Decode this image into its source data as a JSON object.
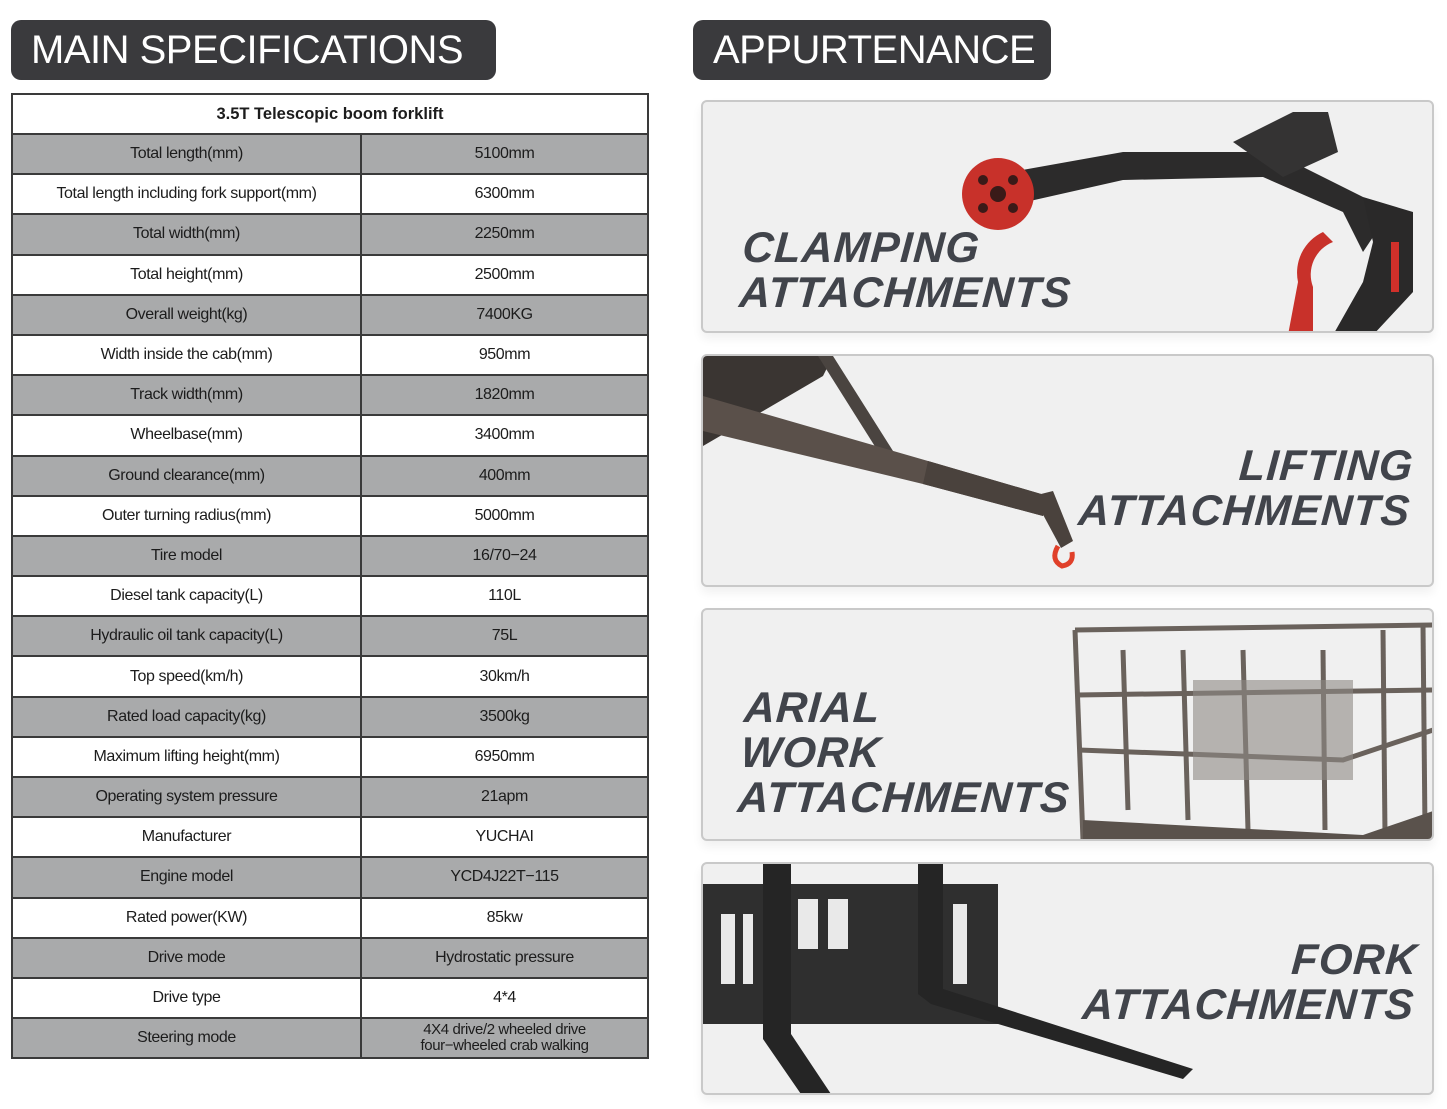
{
  "main_header": {
    "title": "MAIN SPECIFICATIONS"
  },
  "appurtenance_header": {
    "title": "APPURTENANCE"
  },
  "spec_table": {
    "title": "3.5T Telescopic boom forklift",
    "rows": [
      {
        "label": "Total length(mm)",
        "value": "5100mm"
      },
      {
        "label": "Total length including fork support(mm)",
        "value": "6300mm"
      },
      {
        "label": "Total width(mm)",
        "value": "2250mm"
      },
      {
        "label": "Total height(mm)",
        "value": "2500mm"
      },
      {
        "label": "Overall weight(kg)",
        "value": "7400KG"
      },
      {
        "label": "Width inside the cab(mm)",
        "value": "950mm"
      },
      {
        "label": "Track width(mm)",
        "value": "1820mm"
      },
      {
        "label": "Wheelbase(mm)",
        "value": "3400mm"
      },
      {
        "label": "Ground clearance(mm)",
        "value": "400mm"
      },
      {
        "label": "Outer turning radius(mm)",
        "value": "5000mm"
      },
      {
        "label": "Tire model",
        "value": "16/70−24"
      },
      {
        "label": "Diesel tank capacity(L)",
        "value": "110L"
      },
      {
        "label": "Hydraulic oil tank capacity(L)",
        "value": "75L"
      },
      {
        "label": "Top speed(km/h)",
        "value": "30km/h"
      },
      {
        "label": "Rated load capacity(kg)",
        "value": "3500kg"
      },
      {
        "label": "Maximum lifting height(mm)",
        "value": "6950mm"
      },
      {
        "label": "Operating system pressure",
        "value": "21apm"
      },
      {
        "label": "Manufacturer",
        "value": "YUCHAI"
      },
      {
        "label": "Engine model",
        "value": "YCD4J22T−115"
      },
      {
        "label": "Rated power(KW)",
        "value": "85kw"
      },
      {
        "label": "Drive mode",
        "value": "Hydrostatic pressure"
      },
      {
        "label": "Drive type",
        "value": "4*4"
      },
      {
        "label": "Steering mode",
        "value_line1": "4X4 drive/2 wheeled drive",
        "value_line2": "four−wheeled crab walking"
      }
    ]
  },
  "attachments": [
    {
      "id": "clamping",
      "lines": [
        "CLAMPING",
        "ATTACHMENTS"
      ],
      "image": "clamping-arm-illustration"
    },
    {
      "id": "lifting",
      "lines": [
        "LIFTING",
        "ATTACHMENTS"
      ],
      "image": "crane-jib-hook-illustration"
    },
    {
      "id": "arial",
      "lines": [
        "ARIAL",
        "WORK",
        "ATTACHMENTS"
      ],
      "image": "work-platform-cage-illustration"
    },
    {
      "id": "fork",
      "lines": [
        "FORK",
        "ATTACHMENTS"
      ],
      "image": "pallet-fork-illustration"
    }
  ],
  "colors": {
    "badge_bg": "#3a3a3d",
    "row_shaded": "#a9aaab",
    "card_bg": "#f0f0f0",
    "card_title": "#41444b",
    "accent_red": "#d0302a"
  }
}
